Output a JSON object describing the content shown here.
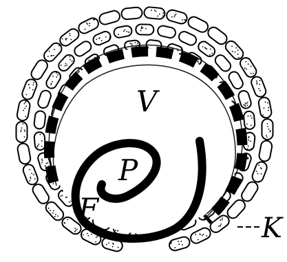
{
  "labels": {
    "V": "V",
    "P": "P",
    "F": "F",
    "K": "K"
  },
  "colors": {
    "ink": "#000000",
    "paper": "#ffffff"
  }
}
